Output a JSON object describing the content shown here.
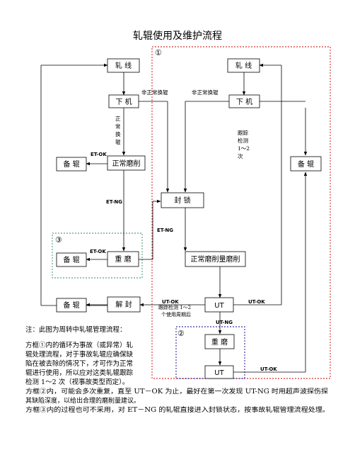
{
  "title": "轧辊使用及维护流程",
  "regions": {
    "r1": "①",
    "r2": "②",
    "r3": "③"
  },
  "boxes": {
    "roll_line_left": "轧 线",
    "roll_line_right": "轧 线",
    "unload_left": "下 机",
    "unload_right": "下 机",
    "spare_left_top": "备 辊",
    "normal_grind_left": "正常磨削",
    "spare_right": "备 辊",
    "seal_lock": "封 锁",
    "spare_left_mid": "备 辊",
    "regrind": "重 磨",
    "normal_grind_amount": "正常磨削量磨削",
    "spare_left_bottom": "备 辊",
    "unseal": "解 封",
    "ut_top": "UT",
    "regrind2": "重 磨",
    "ut_bottom": "UT"
  },
  "labels": {
    "abnormal_change_1": "非正常换辊",
    "abnormal_change_2": "非正常换辊",
    "normal_change": [
      "正",
      "常",
      "换",
      "辊"
    ],
    "tracking": [
      "跟踪",
      "检测",
      "1～2",
      "次"
    ],
    "et_ok_1": "ET-OK",
    "et_ng_1": "ET-NG",
    "et_ng_2": "ET-NG",
    "et_ok_2": "ET-OK",
    "ut_ok_left": "UT-OK",
    "ut_ok_right": "UT-OK",
    "ut_track": [
      "跟踪检测 1～2",
      "个使用周期后"
    ],
    "ut_ng": "UT-NG",
    "ut_ok_bottom": "UT-OK"
  },
  "notes": [
    "注：此图为周转中轧辊管理流程：",
    "方框①内的循环为事故（或异常）轧",
    "辊处理流程，对于事故轧辊应确保缺",
    "陷在被去除的情况下，才可作为正常",
    "辊进行使用，所以应对这类轧辊跟踪",
    "检测 1～2 次（视事故类型而定）。",
    "方框②内，可能会多次重复，直至 UT－OK 为止，最好在第一次发现 UT-NG 时用超声波探伤探",
    "其缺陷深度，以给出合理的磨削量建议。",
    "方框③内的过程也可不采用，对 ET－NG 的轧辊直接进入封锁状态，按事故轧辊管理流程处理。"
  ],
  "colors": {
    "region1": "#cc0000",
    "region2": "#00008b",
    "region3": "#2e8b57"
  }
}
